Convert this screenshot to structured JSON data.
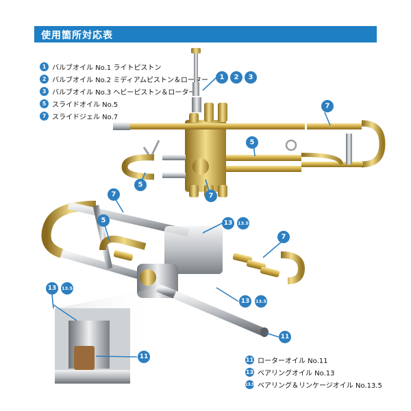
{
  "title": "使用箇所対応表",
  "legend_top": [
    {
      "num": "1",
      "label": "バルブオイル No.1 ライトピストン"
    },
    {
      "num": "2",
      "label": "バルブオイル No.2 ミディアムピストン＆ローター"
    },
    {
      "num": "3",
      "label": "バルブオイル No.3 ヘビーピストン＆ローター"
    },
    {
      "num": "5",
      "label": "スライドオイル No.5"
    },
    {
      "num": "7",
      "label": "スライドジェル No.7"
    }
  ],
  "legend_bottom": [
    {
      "num": "11",
      "label": "ローターオイル No.11"
    },
    {
      "num": "13",
      "label": "ベアリングオイル No.13"
    },
    {
      "num": "13.5",
      "label": "ベアリング＆リンケージオイル No.13.5"
    }
  ],
  "callouts": {
    "trumpet_valve": [
      "1",
      "2",
      "3"
    ],
    "trumpet_slide_main": "7",
    "trumpet_slide_mid": "5",
    "trumpet_slide_low": "5",
    "trumpet_valve_bottom": "7",
    "tb_slide_top": "7",
    "tb_slide_crook": "5",
    "tb_bearing_top": [
      "13",
      "13.5"
    ],
    "tb_slide_right": "7",
    "tb_bearing_mid": [
      "13",
      "13.5"
    ],
    "tb_rotor_tube": "11",
    "inset_bearing": [
      "13",
      "13.5"
    ],
    "inset_rotor": "11"
  },
  "colors": {
    "accent": "#2d7fc0",
    "header": "#1f7fc4",
    "brass": "#d4b04a",
    "silver": "#b8bcc0"
  }
}
